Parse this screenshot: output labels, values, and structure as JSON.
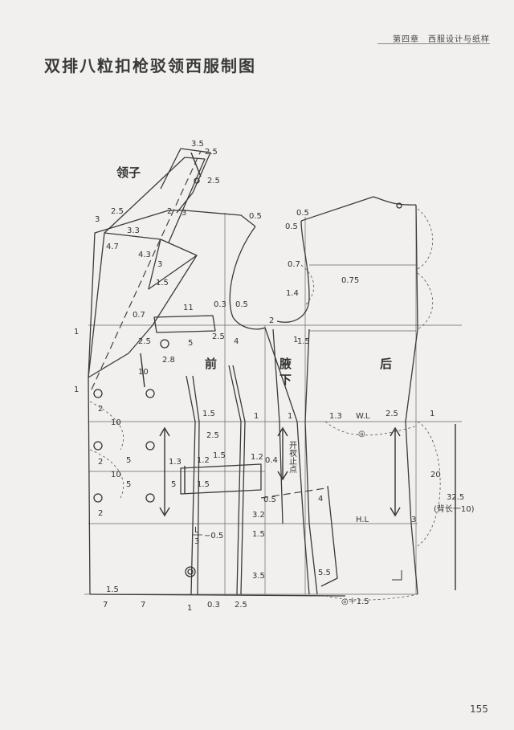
{
  "header": {
    "chapter": "第四章　西服设计与纸样"
  },
  "title": "双排八粒扣枪驳领西服制图",
  "page_number": "155",
  "labels": {
    "collar": "领子",
    "front": "前",
    "underarm": "腋下",
    "back": "后",
    "pocket_opening": "开衩止点",
    "waist_line": "W.L",
    "hip_line": "H.L",
    "back_length": "(背长一10)",
    "waist_symbol": "◎",
    "hip_symbol": "◎＋1.5",
    "l_over_3": "L",
    "over_3": "3",
    "minus_half": "−0.5"
  },
  "measurements": {
    "collar_top": "3.5",
    "collar_25a": "2.5",
    "collar_25b": "2.5",
    "collar_2": "2",
    "collar_3": "3",
    "lapel_25": "2.5",
    "lapel_3a": "3",
    "lapel_33": "3.3",
    "lapel_47": "4.7",
    "lapel_43": "4.3",
    "lapel_3b": "3",
    "lapel_15": "1.5",
    "shoulder_05a": "0.5",
    "back_05a": "0.5",
    "back_05b": "0.5",
    "back_07": "0.7",
    "back_075": "0.75",
    "back_14": "1.4",
    "front_1a": "1",
    "front_07": "0.7",
    "pocket_11": "11",
    "arm_03": "0.3",
    "arm_05": "0.5",
    "arm_2": "2",
    "arm_25": "2.5",
    "arm_4": "4",
    "arm_1": "1",
    "arm_15": "1.5",
    "dart_25": "2.5",
    "dart_28": "2.8",
    "dart_5": "5",
    "front_10a": "10",
    "front_1b": "1",
    "btn_2a": "2",
    "front_10b": "10",
    "wl_15a": "1.5",
    "wl_1a": "1",
    "wl_25": "2.5",
    "wl_1b": "1",
    "wl_13": "1.3",
    "wl_25b": "2.5",
    "wl_1c": "1",
    "btn_2b": "2",
    "btn_5a": "5",
    "btn_10c": "10",
    "btn_5b": "5",
    "btn_2c": "2",
    "pk_13": "1.3",
    "pk_12a": "1.2",
    "pk_15a": "1.5",
    "pk_12b": "1.2",
    "pk_04": "0.4",
    "pk_5": "5",
    "pk_15b": "1.5",
    "pk_05": "0.5",
    "pk_4": "4",
    "pk_32": "3.2",
    "pk_15c": "1.5",
    "back_20": "20",
    "back_325": "32.5",
    "back_3": "3",
    "hem_35": "3.5",
    "hem_55": "5.5",
    "hem_15": "1.5",
    "hem_7a": "7",
    "hem_7b": "7",
    "hem_1": "1",
    "hem_03": "0.3",
    "hem_25": "2.5"
  }
}
